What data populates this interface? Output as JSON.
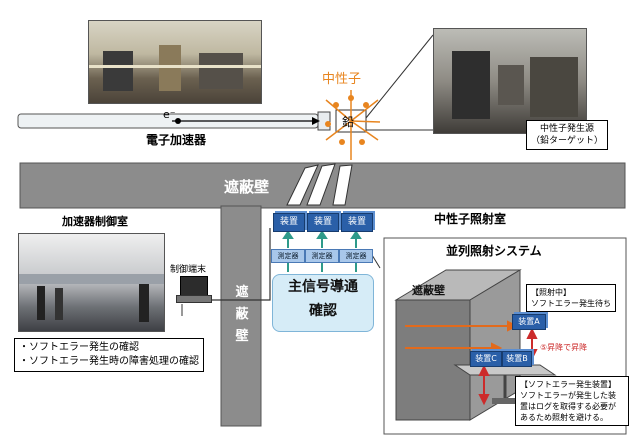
{
  "labels": {
    "neutron": "中性子",
    "electron": "e⁻",
    "accelerator": "電子加速器",
    "lead": "鉛",
    "neutron_source": [
      "中性子発生源",
      "（鉛ターゲット）"
    ],
    "shield_wall_top": "遮蔽壁",
    "control_room": "加速器制御室",
    "irradiation_room": "中性子照射室",
    "control_terminal": "制御端末",
    "device": "装置",
    "meter": "測定器",
    "shield_wall_vertical": [
      "遮",
      "蔽",
      "壁"
    ],
    "main_signal": [
      "主信号導通",
      "確認"
    ],
    "parallel_system": "並列照射システム",
    "inner_wall": "遮蔽壁",
    "irradiating_title": "【照射中】",
    "irradiating_text": "ソフトエラー発生待ち",
    "device_a": "装置A",
    "device_b": "装置B",
    "device_c": "装置C",
    "lift": "⑤昇降で昇降",
    "soft_error_title": "【ソフトエラー発生装置】",
    "soft_error_text": [
      "ソフトエラーが発生した装",
      "置はログを取得する必要が",
      "あるため照射を避ける。"
    ],
    "control_notes": [
      "・ソフトエラー発生の確認",
      "・ソフトエラー発生時の障害処理の確認"
    ]
  },
  "colors": {
    "wall": "#8c8c8c",
    "device": "#2a5fa8",
    "meter": "#a8c7ea",
    "neutron": "#e8851f",
    "beam_arrow": "#e26a1c",
    "signal_arrow": "#2e9a8a",
    "callout_bg": "#d6ecf7"
  }
}
